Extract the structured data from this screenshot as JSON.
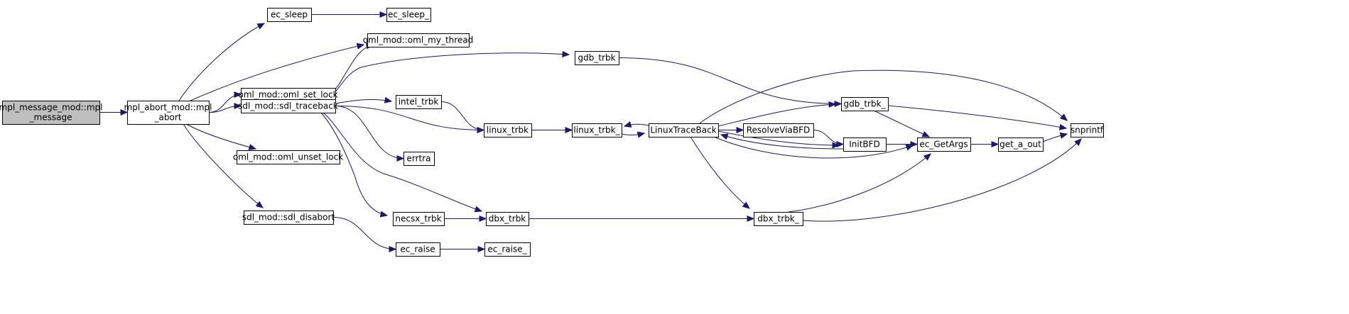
{
  "colors": {
    "edge": "#191970",
    "node_fill": "#ffffff",
    "root_fill": "#bfbfbf",
    "border": "#000000"
  },
  "nodes": [
    {
      "id": "mpl_message",
      "lines": [
        "mpl_message_mod::mpl",
        "_message"
      ],
      "root": true
    },
    {
      "id": "mpl_abort",
      "lines": [
        "mpl_abort_mod::mpl",
        "_abort"
      ]
    },
    {
      "id": "ec_sleep",
      "lines": [
        "ec_sleep"
      ]
    },
    {
      "id": "ec_sleep_",
      "lines": [
        "ec_sleep_"
      ]
    },
    {
      "id": "oml_my_thread",
      "lines": [
        "oml_mod::oml_my_thread"
      ]
    },
    {
      "id": "oml_set_lock",
      "lines": [
        "oml_mod::oml_set_lock"
      ]
    },
    {
      "id": "sdl_traceback",
      "lines": [
        "sdl_mod::sdl_traceback"
      ]
    },
    {
      "id": "oml_unset_lock",
      "lines": [
        "oml_mod::oml_unset_lock"
      ]
    },
    {
      "id": "sdl_disabort",
      "lines": [
        "sdl_mod::sdl_disabort"
      ]
    },
    {
      "id": "gdb_trbk",
      "lines": [
        "gdb_trbk"
      ]
    },
    {
      "id": "intel_trbk",
      "lines": [
        "intel_trbk"
      ]
    },
    {
      "id": "linux_trbk",
      "lines": [
        "linux_trbk"
      ]
    },
    {
      "id": "errtra",
      "lines": [
        "errtra"
      ]
    },
    {
      "id": "necsx_trbk",
      "lines": [
        "necsx_trbk"
      ]
    },
    {
      "id": "dbx_trbk",
      "lines": [
        "dbx_trbk"
      ]
    },
    {
      "id": "ec_raise",
      "lines": [
        "ec_raise"
      ]
    },
    {
      "id": "ec_raise_",
      "lines": [
        "ec_raise_"
      ]
    },
    {
      "id": "linux_trbk_",
      "lines": [
        "linux_trbk_"
      ]
    },
    {
      "id": "LinuxTraceBack",
      "lines": [
        "LinuxTraceBack"
      ]
    },
    {
      "id": "gdb_trbk_",
      "lines": [
        "gdb_trbk_"
      ]
    },
    {
      "id": "ResolveViaBFD",
      "lines": [
        "ResolveViaBFD"
      ]
    },
    {
      "id": "InitBFD",
      "lines": [
        "InitBFD"
      ]
    },
    {
      "id": "dbx_trbk_",
      "lines": [
        "dbx_trbk_"
      ]
    },
    {
      "id": "ec_GetArgs",
      "lines": [
        "ec_GetArgs"
      ]
    },
    {
      "id": "get_a_out",
      "lines": [
        "get_a_out"
      ]
    },
    {
      "id": "snprintf",
      "lines": [
        "snprintf"
      ]
    }
  ],
  "edges": [
    {
      "from": "mpl_message",
      "to": "mpl_abort"
    },
    {
      "from": "mpl_abort",
      "to": "ec_sleep"
    },
    {
      "from": "mpl_abort",
      "to": "oml_my_thread"
    },
    {
      "from": "mpl_abort",
      "to": "oml_set_lock"
    },
    {
      "from": "mpl_abort",
      "to": "sdl_traceback"
    },
    {
      "from": "mpl_abort",
      "to": "oml_unset_lock"
    },
    {
      "from": "mpl_abort",
      "to": "sdl_disabort"
    },
    {
      "from": "ec_sleep",
      "to": "ec_sleep_"
    },
    {
      "from": "sdl_traceback",
      "to": "oml_my_thread"
    },
    {
      "from": "sdl_traceback",
      "to": "gdb_trbk"
    },
    {
      "from": "sdl_traceback",
      "to": "intel_trbk"
    },
    {
      "from": "sdl_traceback",
      "to": "linux_trbk"
    },
    {
      "from": "sdl_traceback",
      "to": "errtra"
    },
    {
      "from": "sdl_traceback",
      "to": "necsx_trbk"
    },
    {
      "from": "sdl_traceback",
      "to": "dbx_trbk"
    },
    {
      "from": "sdl_disabort",
      "to": "ec_raise"
    },
    {
      "from": "ec_raise",
      "to": "ec_raise_"
    },
    {
      "from": "gdb_trbk",
      "to": "gdb_trbk_"
    },
    {
      "from": "intel_trbk",
      "to": "linux_trbk"
    },
    {
      "from": "linux_trbk",
      "to": "linux_trbk_"
    },
    {
      "from": "linux_trbk_",
      "to": "LinuxTraceBack"
    },
    {
      "from": "LinuxTraceBack",
      "to": "linux_trbk_"
    },
    {
      "from": "necsx_trbk",
      "to": "dbx_trbk"
    },
    {
      "from": "dbx_trbk",
      "to": "dbx_trbk_"
    },
    {
      "from": "LinuxTraceBack",
      "to": "snprintf"
    },
    {
      "from": "LinuxTraceBack",
      "to": "gdb_trbk_"
    },
    {
      "from": "LinuxTraceBack",
      "to": "ResolveViaBFD"
    },
    {
      "from": "LinuxTraceBack",
      "to": "InitBFD"
    },
    {
      "from": "LinuxTraceBack",
      "to": "ec_GetArgs"
    },
    {
      "from": "LinuxTraceBack",
      "to": "dbx_trbk_"
    },
    {
      "from": "InitBFD",
      "to": "LinuxTraceBack"
    },
    {
      "from": "ResolveViaBFD",
      "to": "InitBFD"
    },
    {
      "from": "gdb_trbk_",
      "to": "snprintf"
    },
    {
      "from": "gdb_trbk_",
      "to": "ec_GetArgs"
    },
    {
      "from": "InitBFD",
      "to": "ec_GetArgs"
    },
    {
      "from": "dbx_trbk_",
      "to": "ec_GetArgs"
    },
    {
      "from": "dbx_trbk_",
      "to": "snprintf"
    },
    {
      "from": "ec_GetArgs",
      "to": "get_a_out"
    },
    {
      "from": "get_a_out",
      "to": "snprintf"
    }
  ]
}
